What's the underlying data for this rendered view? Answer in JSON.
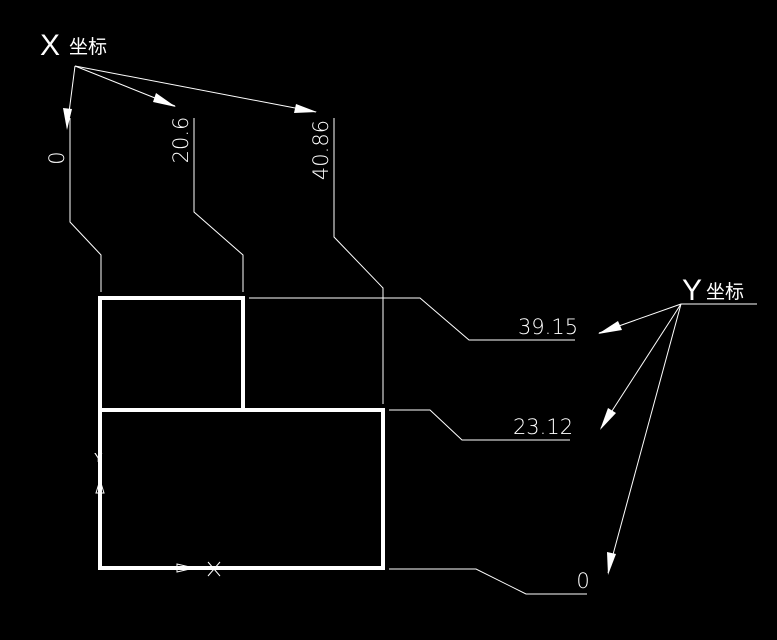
{
  "colors": {
    "background": "#000000",
    "line": "#ffffff"
  },
  "x_axis_callout": {
    "letter": "X",
    "chinese": "坐标",
    "values": [
      "0",
      "20.6",
      "40.86"
    ]
  },
  "y_axis_callout": {
    "letter": "Y",
    "chinese": "坐标",
    "values": [
      "39.15",
      "23.12",
      "0"
    ]
  },
  "ucs_icon": {
    "label": "Y"
  }
}
